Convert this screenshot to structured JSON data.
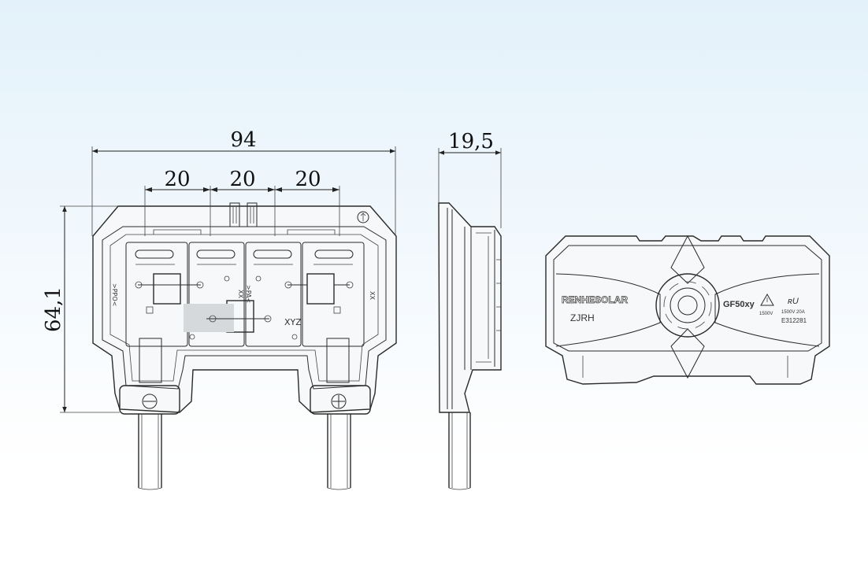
{
  "dimensions": {
    "width": "94",
    "pitch_1": "20",
    "pitch_2": "20",
    "pitch_3": "20",
    "height": "64,1",
    "thickness": "19,5"
  },
  "front_view": {
    "marking_xyz": "XYZ",
    "marking_xx_top": "XX",
    "marking_xx_side": "XX",
    "marking_minus": ">PA<",
    "marking_plus": ">PPO<"
  },
  "lid_view": {
    "brand": "RENHESOLAR",
    "logo": "ZJRH",
    "model": "GF50xy",
    "voltage_warning": "1500V",
    "rating": "1500V 20A",
    "cert_number": "E312281"
  }
}
